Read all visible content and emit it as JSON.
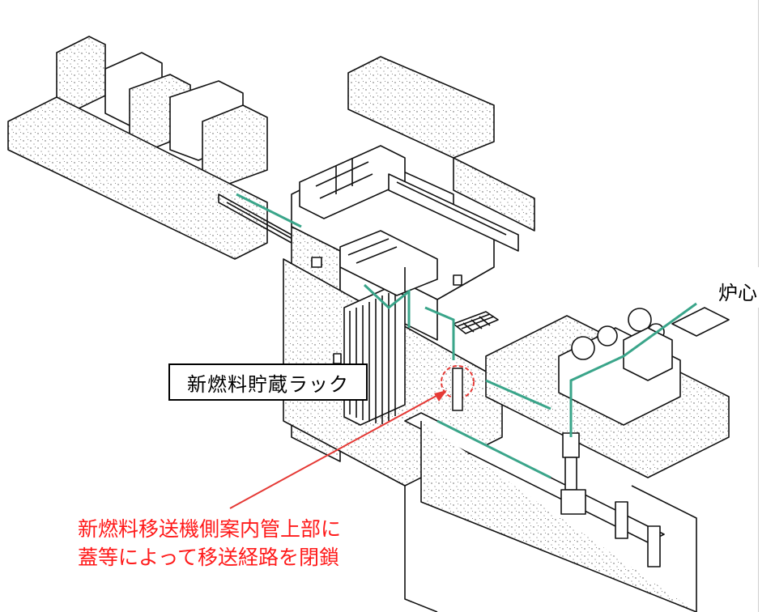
{
  "labels": {
    "rack": "新燃料貯蔵ラック",
    "core": "炉心",
    "note_line1": "新燃料移送機側案内管上部に",
    "note_line2": "蓋等によって移送経路を閉鎖"
  },
  "colors": {
    "route": "#3aa58a",
    "highlight": "#e53935",
    "ink": "#111111"
  }
}
